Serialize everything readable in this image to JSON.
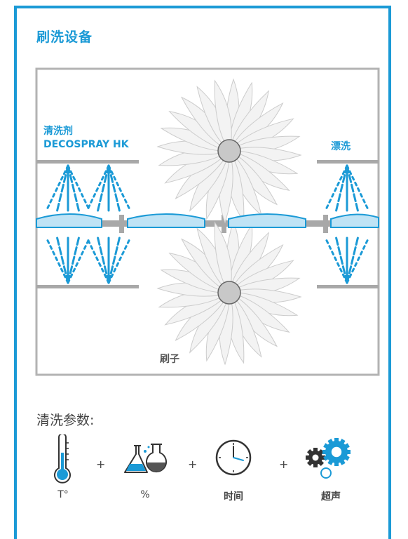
{
  "title": "刷洗设备",
  "diagram": {
    "label_detergent": "清洗剂",
    "label_detergent_product": "DECOSPRAY HK",
    "label_rinse": "漂洗",
    "label_brush": "刷子"
  },
  "parameters": {
    "title": "清洗参数:",
    "items": [
      {
        "icon": "thermometer-icon",
        "label": "T°"
      },
      {
        "icon": "lab-flasks-icon",
        "label": "%"
      },
      {
        "icon": "clock-icon",
        "label": "时间"
      },
      {
        "icon": "gears-icon",
        "label": "超声"
      }
    ],
    "separator": "+"
  },
  "colors": {
    "accent": "#1b9ad6",
    "frame_gray": "#b3b3b3",
    "lens_fill": "#bfe3f5",
    "brush_hub": "#c8c8c8"
  }
}
